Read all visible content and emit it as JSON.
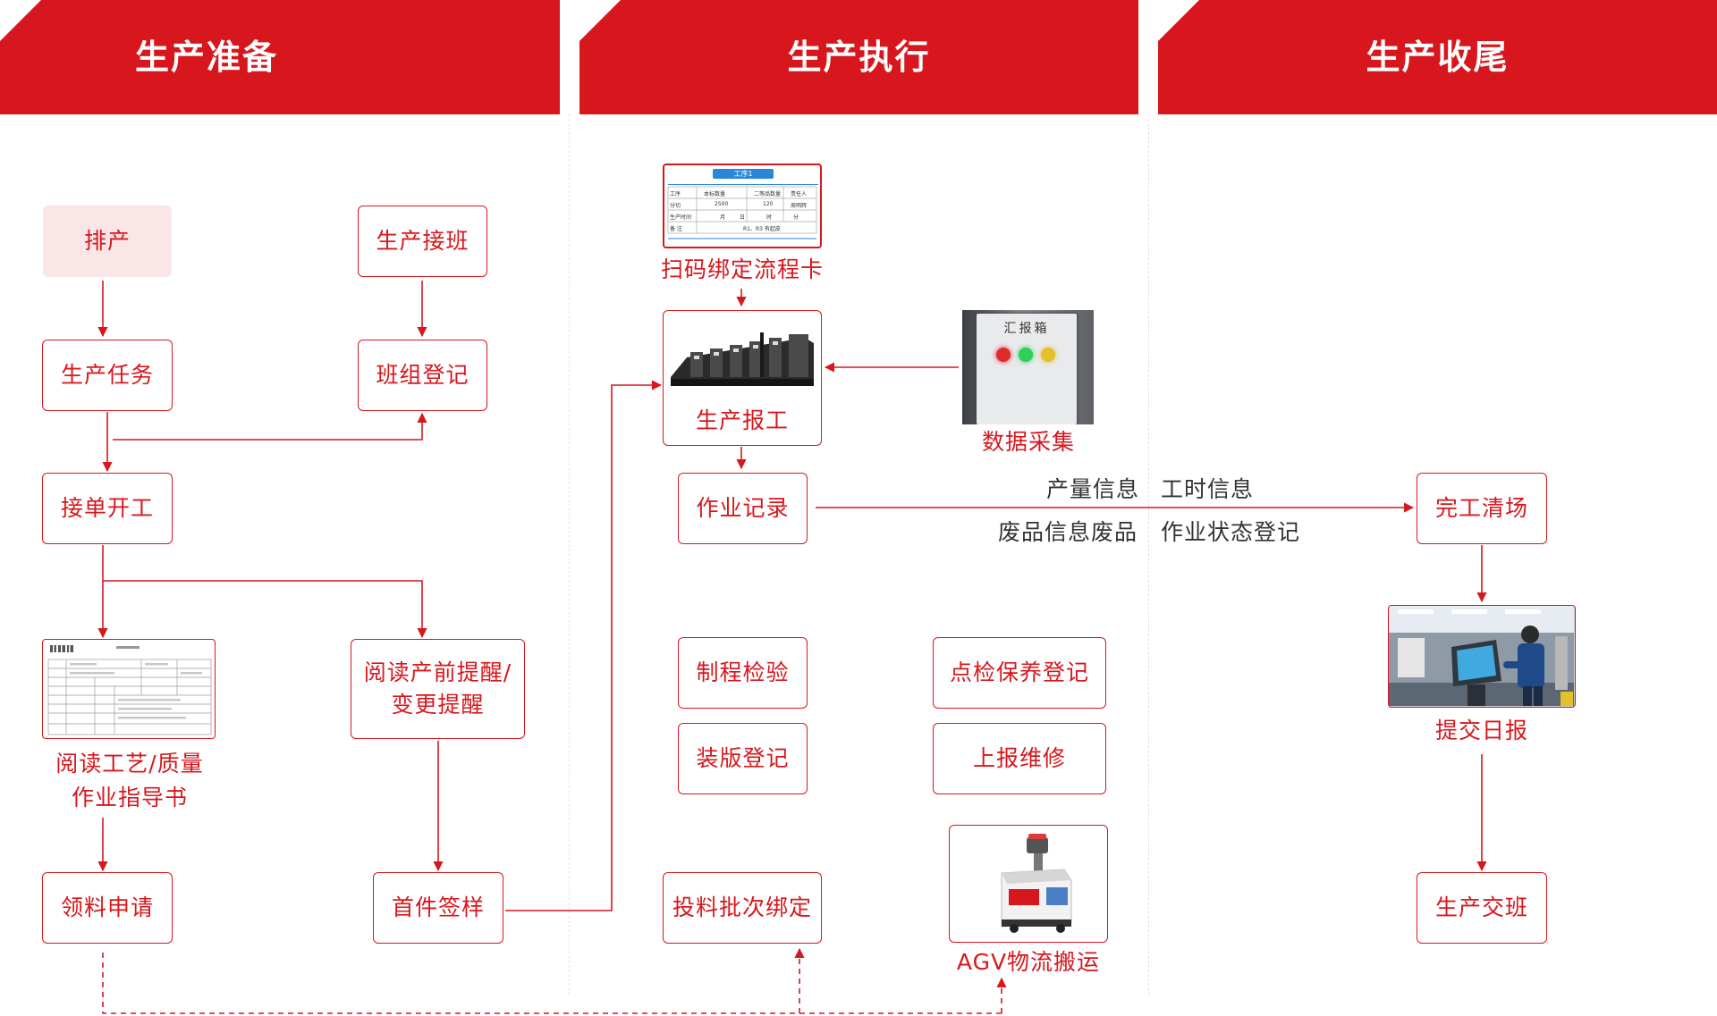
{
  "accent_color": "#d7171d",
  "headers": {
    "prepare": "生产准备",
    "execute": "生产执行",
    "finish": "生产收尾"
  },
  "prepare": {
    "schedule": "排产",
    "task": "生产任务",
    "shift_takeover": "生产接班",
    "team_register": "班组登记",
    "start_order": "接单开工",
    "read_process_line1": "阅读工艺/质量",
    "read_process_line2": "作业指导书",
    "read_reminder_line1": "阅读产前提醒/",
    "read_reminder_line2": "变更提醒",
    "material_request": "领料申请",
    "first_sample": "首件签样"
  },
  "execute": {
    "scan_bind": "扫码绑定流程卡",
    "report_work": "生产报工",
    "data_collect": "数据采集",
    "data_collect_box_label": "汇报箱",
    "job_record": "作业记录",
    "process_inspect": "制程检验",
    "plate_register": "装版登记",
    "maintenance_register": "点检保养登记",
    "repair_report": "上报维修",
    "material_batch_bind": "投料批次绑定",
    "agv": "AGV物流搬运",
    "card": {
      "title": "工序1",
      "headers": [
        "工序",
        "本标数量",
        "二等品数量",
        "责任人"
      ],
      "row1": [
        "分切",
        "2500",
        "120",
        "周明辉"
      ],
      "row2_label": "生产时间",
      "row2_values": [
        "月",
        "日",
        "时",
        "分"
      ],
      "row3_label": "备 注",
      "row3_value": "R1、R3 有起皮"
    }
  },
  "flow_notes": {
    "output_info": "产量信息",
    "time_info": "工时信息",
    "scrap_info": "废品信息废品",
    "job_status": "作业状态登记"
  },
  "finish": {
    "completion_clear": "完工清场",
    "submit_daily": "提交日报",
    "shift_handover": "生产交班"
  },
  "icons": {
    "process_card": "process-card-icon",
    "printing_press": "printing-press-icon",
    "report_box": "report-box-icon",
    "work_instruction": "work-instruction-icon",
    "operator_terminal": "operator-terminal-icon",
    "agv_robot": "agv-robot-icon"
  }
}
